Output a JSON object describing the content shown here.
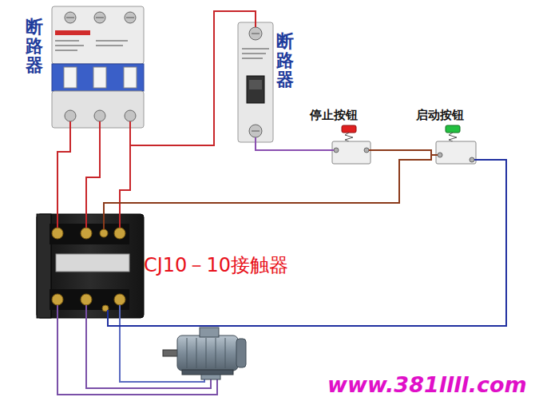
{
  "diagram": {
    "nodes": [
      {
        "text": [
          "断路器"
        ]
      },
      {
        "text": [
          "断路器"
        ]
      },
      {
        "text": [
          "停止按钮"
        ]
      },
      {
        "text": [
          "启动按钮"
        ]
      },
      {
        "text": [
          "CJ10－10接触器"
        ]
      }
    ],
    "edges": [
      {
        "from": 0,
        "to": 4,
        "arrow": "none"
      },
      {
        "from": 0,
        "to": 4,
        "arrow": "none"
      },
      {
        "from": 0,
        "to": 4,
        "arrow": "none"
      },
      {
        "from": 0,
        "to": 1,
        "arrow": "none"
      },
      {
        "from": 1,
        "to": 2,
        "arrow": "none"
      },
      {
        "from": 2,
        "to": 3,
        "arrow": "none"
      },
      {
        "from": 3,
        "to": 4,
        "arrow": "none"
      },
      {
        "from": 3,
        "to": 4,
        "arrow": "none"
      }
    ],
    "labels": [
      "www.381llll.com"
    ]
  }
}
